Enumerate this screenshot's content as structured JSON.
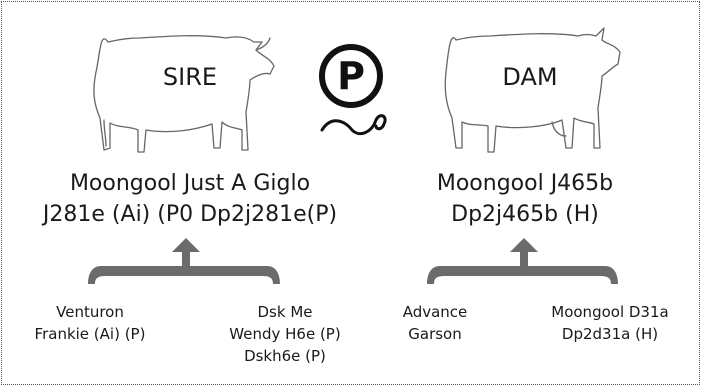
{
  "sire": {
    "label": "SIRE",
    "name_line1": "Moongool Just A Giglo",
    "name_line2": "J281e (Ai) (P0 Dp2j281e(P)",
    "parents": [
      {
        "lines": [
          "Venturon",
          "Frankie (Ai) (P)"
        ]
      },
      {
        "lines": [
          "Dsk Me",
          "Wendy H6e (P)",
          "Dskh6e (P)"
        ]
      }
    ]
  },
  "dam": {
    "label": "DAM",
    "name_line1": "Moongool J465b",
    "name_line2": "Dp2j465b (H)",
    "parents": [
      {
        "lines": [
          "Advance",
          "Garson"
        ]
      },
      {
        "lines": [
          "Moongool D31a",
          "Dp2d31a (H)"
        ]
      }
    ]
  },
  "polled_symbol": {
    "letter": "P",
    "icon": "polled-symbol-icon"
  },
  "colors": {
    "ink": "#1a1a1a",
    "brace": "#6b6b6b",
    "outline": "#555555"
  }
}
